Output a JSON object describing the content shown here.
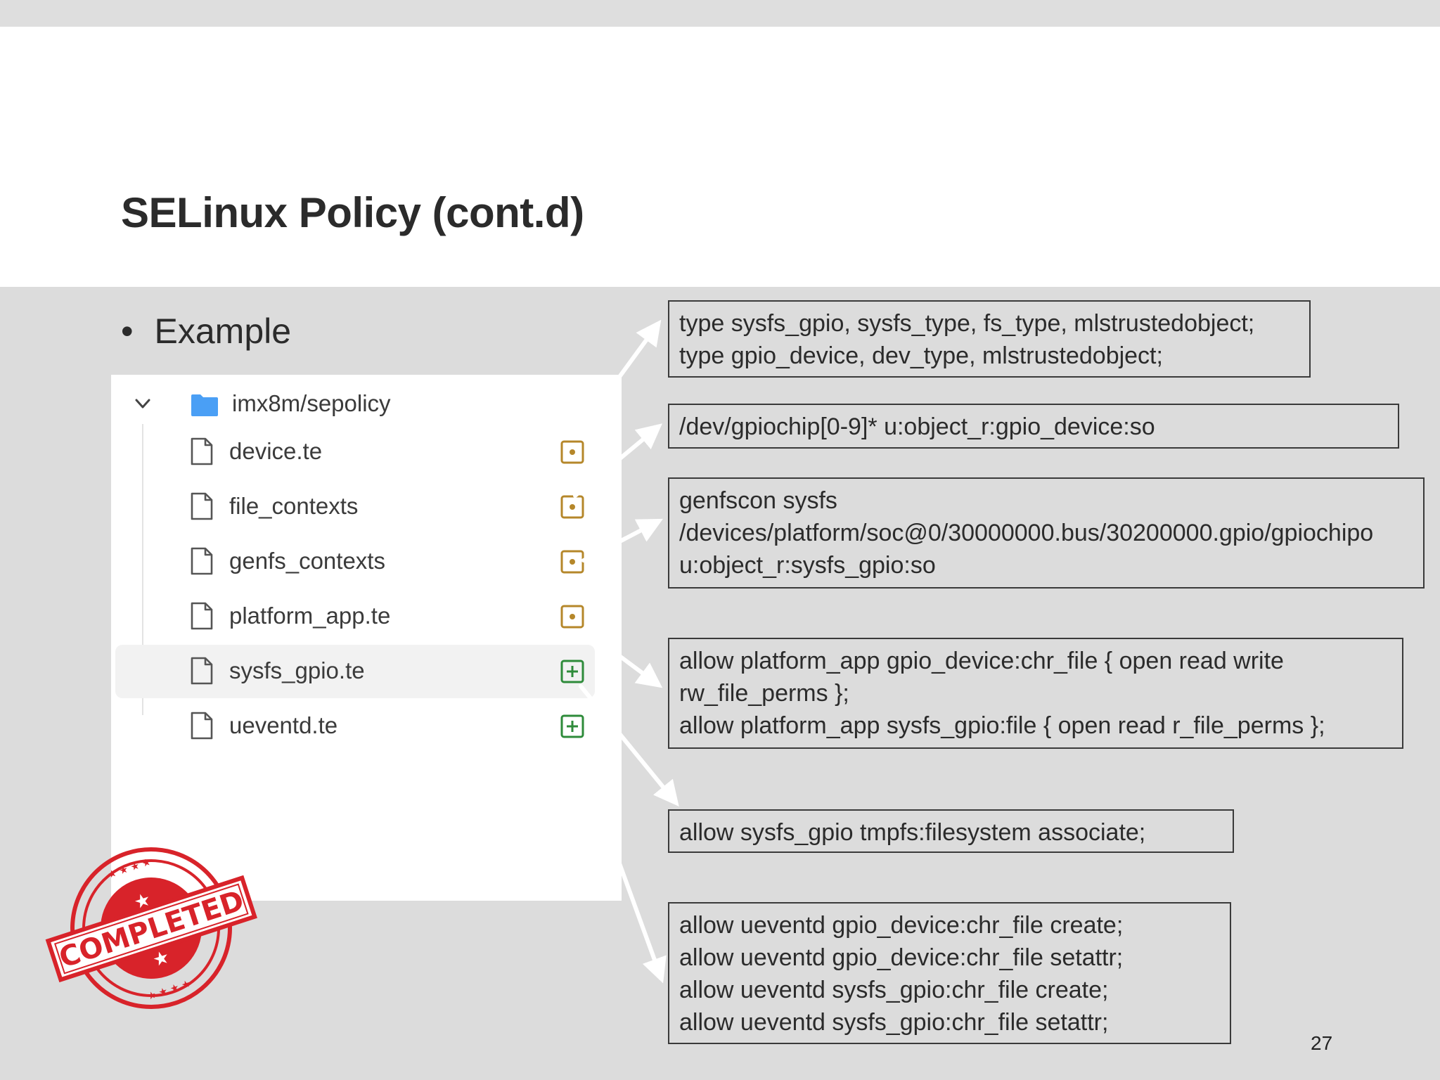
{
  "slide": {
    "title": "SELinux Policy (cont.d)",
    "bullet": "Example",
    "page_number": "27"
  },
  "tree": {
    "root_label": "imx8m/sepolicy",
    "files": [
      {
        "name": "device.te",
        "status": "modified"
      },
      {
        "name": "file_contexts",
        "status": "modified"
      },
      {
        "name": "genfs_contexts",
        "status": "modified"
      },
      {
        "name": "platform_app.te",
        "status": "modified"
      },
      {
        "name": "sysfs_gpio.te",
        "status": "added",
        "selected": true
      },
      {
        "name": "ueventd.te",
        "status": "added"
      }
    ]
  },
  "boxes": {
    "device": [
      "type sysfs_gpio, sysfs_type, fs_type, mlstrustedobject;",
      "type gpio_device, dev_type, mlstrustedobject;"
    ],
    "file_contexts": [
      "/dev/gpiochip[0-9]* u:object_r:gpio_device:so"
    ],
    "genfs": [
      "genfscon sysfs",
      "/devices/platform/soc@0/30000000.bus/30200000.gpio/gpiochipo",
      "u:object_r:sysfs_gpio:so"
    ],
    "platform_app": [
      "allow platform_app gpio_device:chr_file { open read write",
      "rw_file_perms };",
      "allow platform_app sysfs_gpio:file { open read r_file_perms };"
    ],
    "sysfs_gpio": [
      "allow sysfs_gpio tmpfs:filesystem associate;"
    ],
    "ueventd": [
      "allow ueventd gpio_device:chr_file create;",
      "allow ueventd gpio_device:chr_file setattr;",
      "allow ueventd sysfs_gpio:chr_file create;",
      "allow ueventd sysfs_gpio:chr_file setattr;"
    ]
  },
  "stamp": {
    "text": "COMPLETED",
    "color": "#d8232a"
  },
  "colors": {
    "modified": "#b5872a",
    "added": "#2e8b3a",
    "folder": "#4a9ff5"
  },
  "icons": {
    "chevron": "chevron-down-icon",
    "folder": "folder-icon",
    "file": "file-icon",
    "modified": "modified-square-icon",
    "added": "added-plus-icon"
  }
}
